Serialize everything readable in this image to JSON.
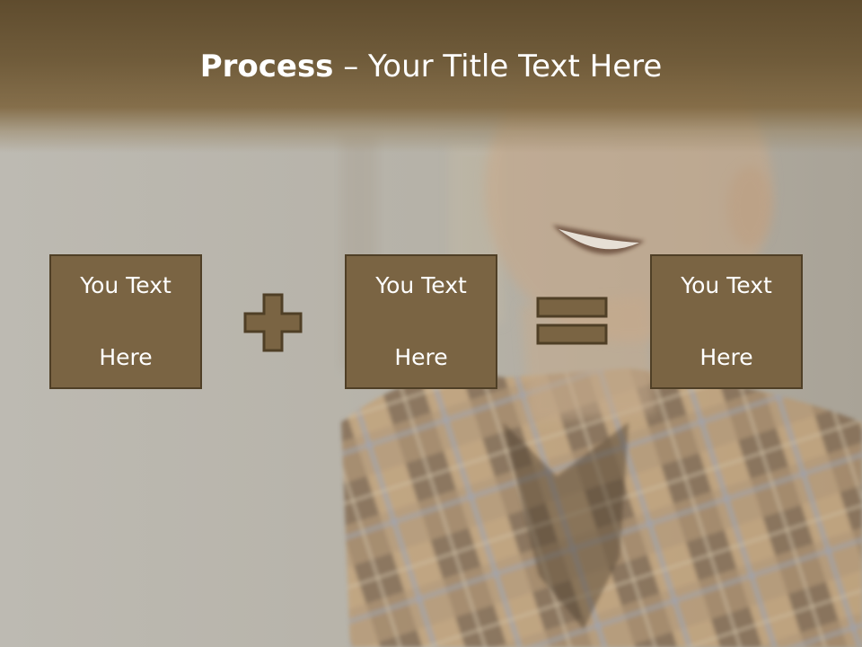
{
  "slide": {
    "title_bold": "Process",
    "title_rest": " – Your Title Text Here",
    "boxes": [
      {
        "line1": "You Text",
        "line2": "Here"
      },
      {
        "line1": "You Text",
        "line2": "Here"
      },
      {
        "line1": "You Text",
        "line2": "Here"
      }
    ],
    "operators": [
      "plus-icon",
      "equals-icon"
    ]
  },
  "colors": {
    "title_band": "#5f4c2e",
    "box_fill": "#7a6443",
    "box_border": "#4f3f26",
    "text": "#ffffff"
  }
}
